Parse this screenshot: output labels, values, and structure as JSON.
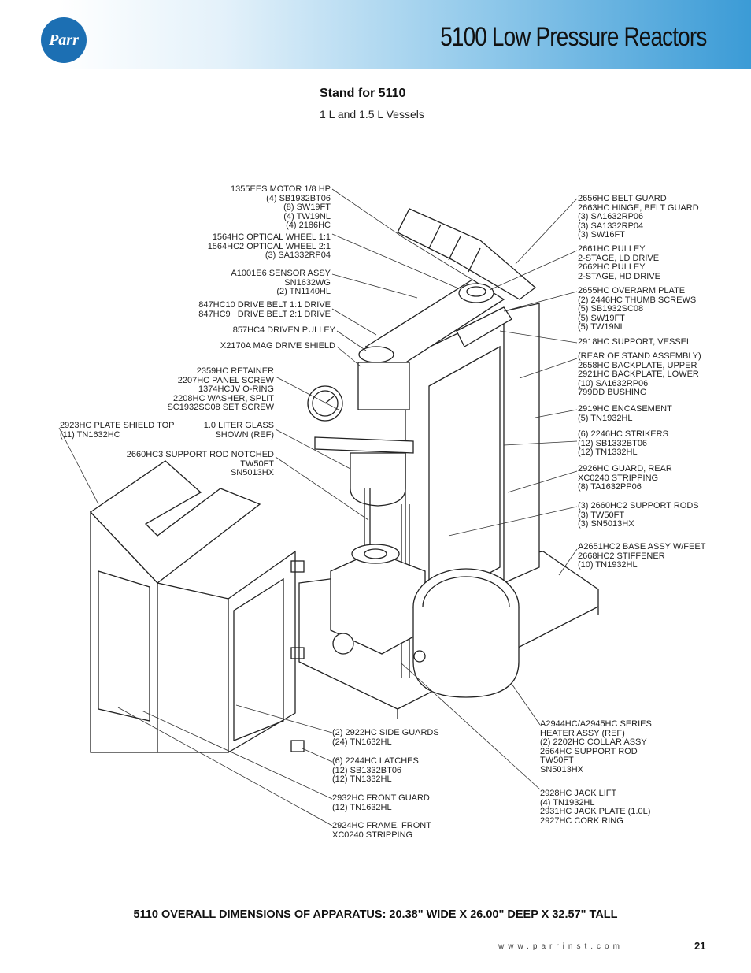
{
  "header": {
    "logo_text": "Parr",
    "title": "5100 Low Pressure Reactors"
  },
  "section": {
    "title": "Stand for 5110",
    "subtitle": "1 L and 1.5 L Vessels"
  },
  "labels": {
    "motor": "1355EES MOTOR 1/8 HP\n(4) SB1932BT06\n(8) SW19FT\n(4) TW19NL\n(4) 2186HC",
    "optical_wheel": "1564HC OPTICAL WHEEL 1:1\n1564HC2 OPTICAL WHEEL 2:1\n(3) SA1332RP04",
    "sensor": "A1001E6 SENSOR ASSY\nSN1632WG\n(2) TN1140HL",
    "drive_belt": "847HC10 DRIVE BELT 1:1 DRIVE\n847HC9   DRIVE BELT 2:1 DRIVE",
    "driven_pulley": "857HC4 DRIVEN PULLEY",
    "mag_shield": "X2170A MAG DRIVE SHIELD",
    "retainer": "2359HC RETAINER\n2207HC PANEL SCREW\n1374HCJV O-RING\n2208HC WASHER, SPLIT\nSC1932SC08 SET SCREW",
    "plate_shield": "2923HC PLATE SHIELD TOP\n(11) TN1632HC",
    "glass": "1.0 LITER GLASS\nSHOWN (REF)",
    "support_rod_notched": "2660HC3 SUPPORT ROD NOTCHED\nTW50FT\nSN5013HX",
    "belt_guard": "2656HC BELT GUARD\n2663HC HINGE, BELT GUARD\n(3) SA1632RP06\n(3) SA1332RP04\n(3) SW16FT",
    "pulley": "2661HC PULLEY\n2-STAGE, LD DRIVE\n2662HC PULLEY\n2-STAGE, HD DRIVE",
    "overarm": "2655HC OVERARM PLATE\n(2) 2446HC THUMB SCREWS\n(5) SB1932SC08\n(5) SW19FT\n(5) TW19NL",
    "support_vessel": "2918HC SUPPORT, VESSEL",
    "backplate": "(REAR OF STAND ASSEMBLY)\n2658HC BACKPLATE, UPPER\n2921HC BACKPLATE, LOWER\n(10) SA1632RP06\n799DD BUSHING",
    "encasement": "2919HC ENCASEMENT\n(5) TN1932HL",
    "strikers": "(6) 2246HC STRIKERS\n(12) SB1332BT06\n(12) TN1332HL",
    "guard_rear": "2926HC GUARD, REAR\nXC0240 STRIPPING\n(8) TA1632PP06",
    "support_rods": "(3) 2660HC2 SUPPORT RODS\n(3) TW50FT\n(3) SN5013HX",
    "base_assy": "A2651HC2 BASE ASSY W/FEET\n2668HC2 STIFFENER\n(10) TN1932HL",
    "heater": "A2944HC/A2945HC SERIES\nHEATER ASSY (REF)\n(2) 2202HC COLLAR ASSY\n2664HC SUPPORT ROD\nTW50FT\nSN5013HX",
    "side_guards": "(2) 2922HC SIDE GUARDS\n(24) TN1632HL",
    "latches": "(6) 2244HC LATCHES\n(12) SB1332BT06\n(12) TN1332HL",
    "front_guard": "2932HC FRONT GUARD\n(12) TN1632HL",
    "frame_front": "2924HC FRAME, FRONT\nXC0240 STRIPPING",
    "jack_lift": "2928HC JACK LIFT\n(4) TN1932HL\n2931HC JACK PLATE (1.0L)\n2927HC CORK RING"
  },
  "footer": {
    "dimensions": "5110 OVERALL DIMENSIONS OF APPARATUS: 20.38\" WIDE X 26.00\" DEEP X 32.57\" TALL",
    "url": "www.parrinst.com",
    "page_number": "21"
  }
}
